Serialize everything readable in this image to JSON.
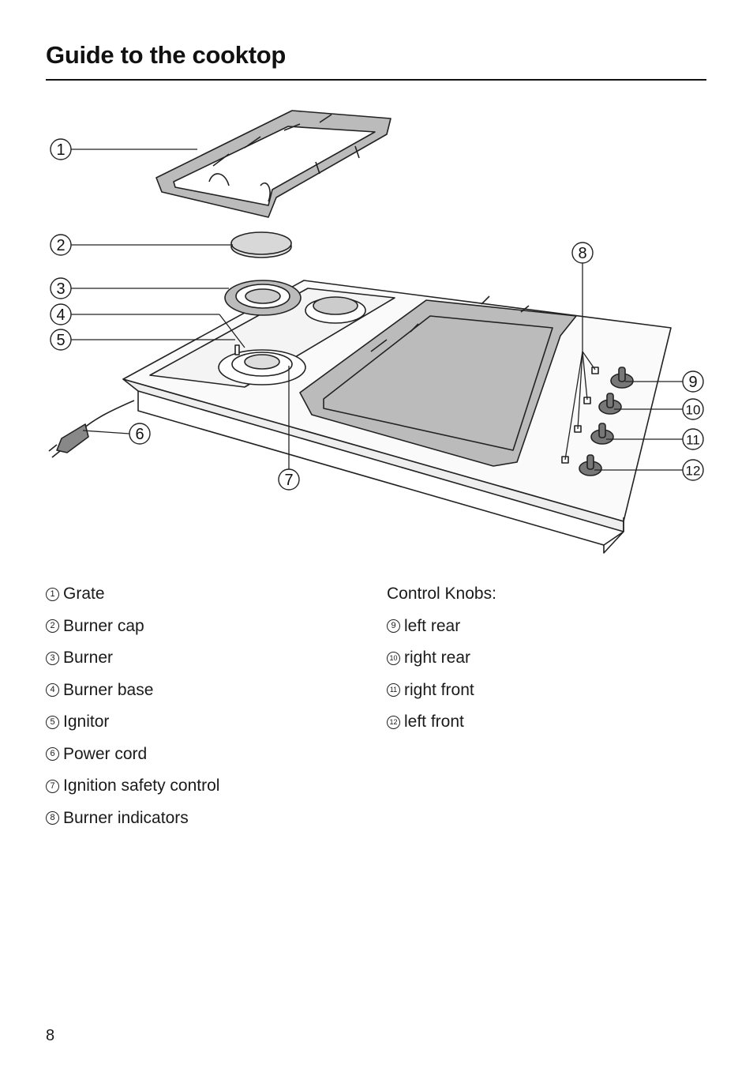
{
  "page": {
    "title": "Guide to the cooktop",
    "page_number": "8"
  },
  "diagram": {
    "callouts": [
      "1",
      "2",
      "3",
      "4",
      "5",
      "6",
      "7",
      "8",
      "9",
      "10",
      "11",
      "12"
    ]
  },
  "legend_left": [
    {
      "num": "1",
      "label": "Grate"
    },
    {
      "num": "2",
      "label": "Burner cap"
    },
    {
      "num": "3",
      "label": "Burner"
    },
    {
      "num": "4",
      "label": "Burner base"
    },
    {
      "num": "5",
      "label": "Ignitor"
    },
    {
      "num": "6",
      "label": "Power cord"
    },
    {
      "num": "7",
      "label": "Ignition safety control"
    },
    {
      "num": "8",
      "label": "Burner indicators"
    }
  ],
  "legend_right": {
    "heading": "Control Knobs:",
    "items": [
      {
        "num": "9",
        "label": "left rear"
      },
      {
        "num": "10",
        "label": "right rear"
      },
      {
        "num": "11",
        "label": "right front"
      },
      {
        "num": "12",
        "label": "left front"
      }
    ]
  }
}
